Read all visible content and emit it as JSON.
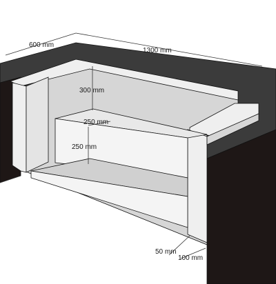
{
  "dimensions": {
    "depth": "600 mm",
    "length": "1300 mm",
    "upper_shelf_height": "300 mm",
    "shelf_depth": "250 mm",
    "lower_shelf_height": "250 mm",
    "gap": "50 mm",
    "board_thickness": "100 mm"
  },
  "colors": {
    "box_top": "#3b3b3b",
    "box_front": "#1e1716",
    "board_light": "#efefef",
    "board_mid": "#d6d6d6",
    "board_shadow": "#bdbdbd",
    "outline": "#111111"
  }
}
